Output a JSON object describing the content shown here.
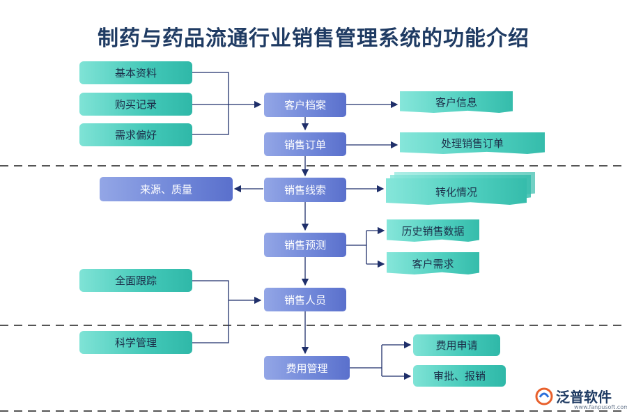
{
  "title": "制药与药品流通行业销售管理系统的功能介绍",
  "left_inputs": {
    "basic_info": "基本资料",
    "purchase_record": "购买记录",
    "preference": "需求偏好",
    "source_quality": "来源、质量",
    "full_tracking": "全面跟踪",
    "scientific_mgmt": "科学管理"
  },
  "center_nodes": {
    "customer_archive": "客户档案",
    "sales_order": "销售订单",
    "sales_leads": "销售线索",
    "sales_forecast": "销售预测",
    "sales_staff": "销售人员",
    "expense_mgmt": "费用管理"
  },
  "right_outputs": {
    "customer_info": "客户信息",
    "process_order": "处理销售订单",
    "conversion": "转化情况",
    "history_data": "历史销售数据",
    "customer_demand": "客户需求",
    "expense_apply": "费用申请",
    "approve_reimburse": "审批、报销"
  },
  "logo": {
    "name": "泛普软件",
    "url": "www.fanpusoft.com"
  },
  "colors": {
    "line": "#1f2f6a",
    "dashed": "#555555",
    "teal": "#43c8b8",
    "blue": "#6f86d8"
  }
}
